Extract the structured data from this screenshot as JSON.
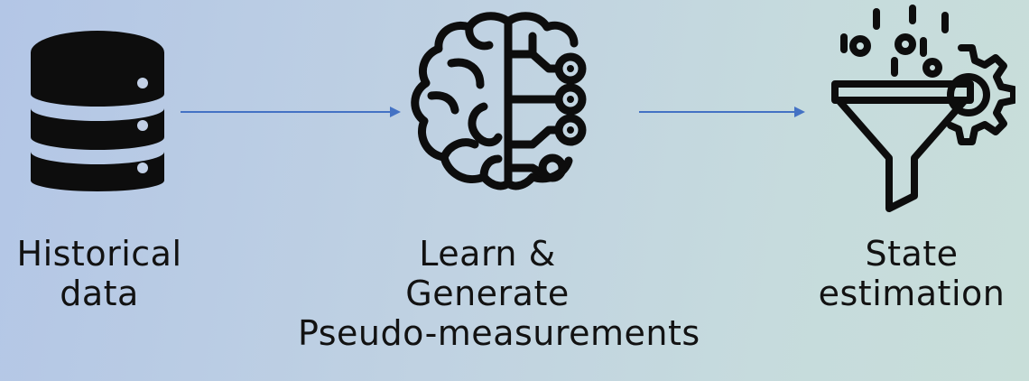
{
  "steps": [
    {
      "icon": "database-icon",
      "lines": [
        "Historical",
        "data"
      ]
    },
    {
      "icon": "brain-circuit-icon",
      "lines": [
        "Learn &",
        "Generate",
        "Pseudo-measurements"
      ]
    },
    {
      "icon": "funnel-gear-icon",
      "lines": [
        "State",
        "estimation"
      ]
    }
  ],
  "colors": {
    "arrow": "#4472c4",
    "icon": "#0d0d0d"
  }
}
